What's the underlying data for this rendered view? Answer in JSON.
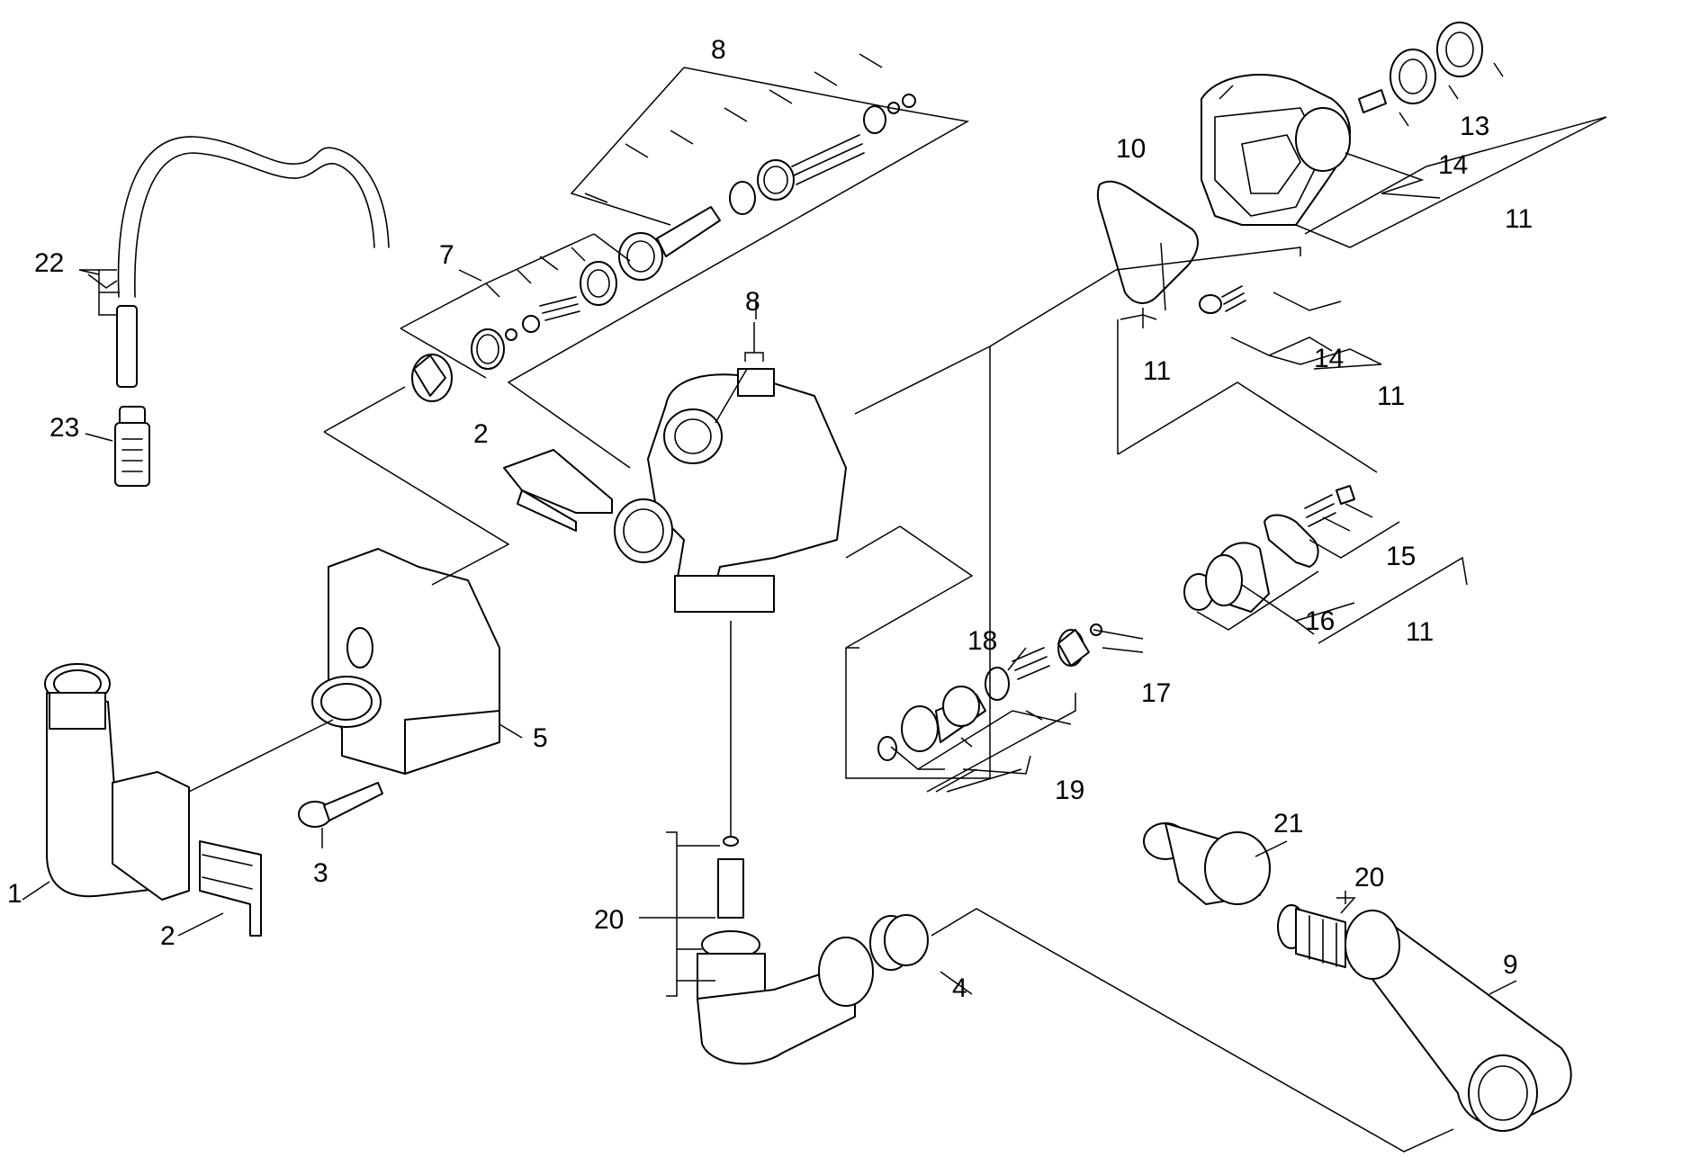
{
  "labels": {
    "p1": "1",
    "p2a": "2",
    "p2b": "2",
    "p3": "3",
    "p4": "4",
    "p5": "5",
    "p7": "7",
    "p8a": "8",
    "p8b": "8",
    "p9": "9",
    "p10": "10",
    "p11a": "11",
    "p11b": "11",
    "p11c": "11",
    "p11d": "11",
    "p13": "13",
    "p14a": "14",
    "p14b": "14",
    "p15": "15",
    "p16": "16",
    "p17": "17",
    "p18": "18",
    "p19": "19",
    "p20a": "20",
    "p20b": "20",
    "p21": "21",
    "p22": "22",
    "p23": "23"
  }
}
